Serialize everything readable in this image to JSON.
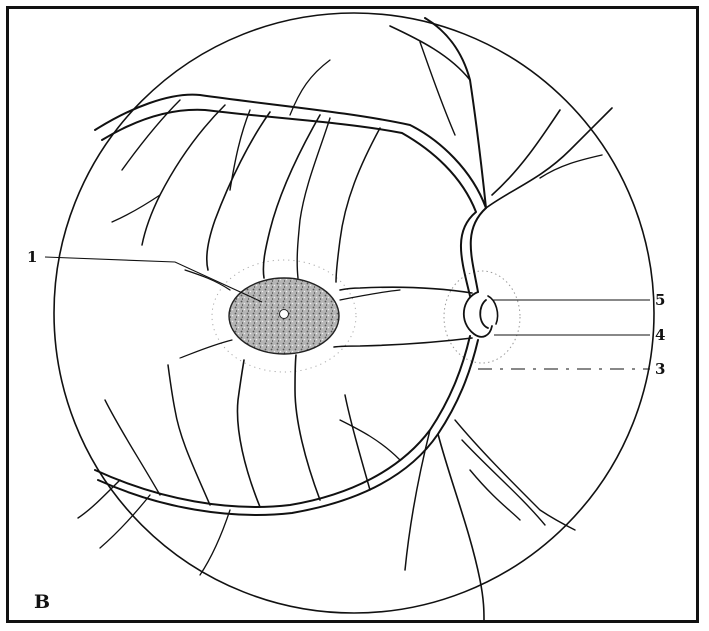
{
  "figure": {
    "panel_letter": "B",
    "colors": {
      "ink": "#111111",
      "macula_fill": "#9a9a9a",
      "background": "#ffffff"
    }
  },
  "labels": [
    {
      "id": "1",
      "text": "1"
    },
    {
      "id": "5",
      "text": "5"
    },
    {
      "id": "4",
      "text": "4"
    },
    {
      "id": "3",
      "text": "3"
    }
  ]
}
